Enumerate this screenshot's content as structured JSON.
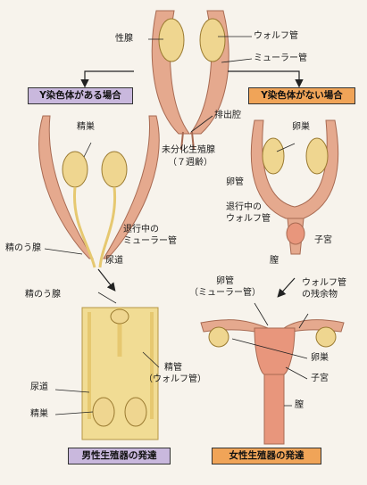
{
  "labels": {
    "gonad": "性腺",
    "wolffian_duct": "ウォルフ管",
    "mullerian_duct": "ミューラー管",
    "excretory_cavity": "排出腔",
    "undifferentiated_gonad": "未分化生殖腺",
    "weeks_7": "（７週齢）",
    "testis_top": "精巣",
    "seminal_vesicle_top": "精のう腺",
    "regressing_line1": "退行中の",
    "regressing_mullerian_line2": "ミューラー管",
    "urethra_top": "尿道",
    "ovary_top": "卵巣",
    "oviduct_mid": "卵管",
    "regressing_wolffian_line2": "ウォルフ管",
    "uterus_mid": "子宮",
    "vagina_mid": "膣",
    "seminal_vesicle_bottom": "精のう腺",
    "vas_line1": "精管",
    "vas_line2": "（ウォルフ管）",
    "urethra_bottom": "尿道",
    "testis_bottom": "精巣",
    "oviduct_bottom_line1": "卵管",
    "oviduct_bottom_line2": "（ミューラー管）",
    "wolffian_remnant_line1": "ウォルフ管",
    "wolffian_remnant_line2": "の残余物",
    "ovary_bottom": "卵巣",
    "uterus_bottom": "子宮",
    "vagina_bottom": "膣"
  },
  "boxes": {
    "y_present": "Y染色体がある場合",
    "y_absent": "Y染色体がない場合",
    "male_dev": "男性生殖器の発達",
    "female_dev": "女性生殖器の発達"
  },
  "colors": {
    "box_male": "#c9b8dd",
    "box_female": "#f0a458",
    "gonad_fill": "#efd690",
    "tube_fill": "#e5a98e",
    "tube_stroke": "#a86a52",
    "female_body": "#e8967c",
    "male_tube": "#f1dc94"
  }
}
